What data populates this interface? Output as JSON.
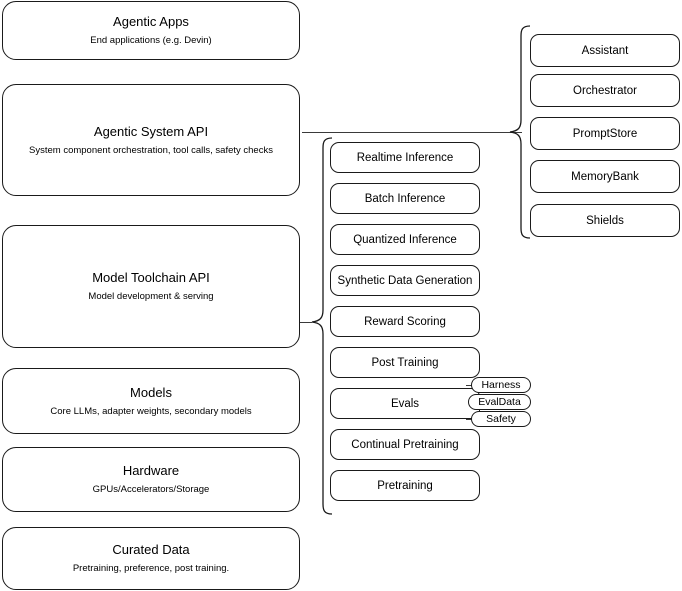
{
  "diagram": {
    "type": "layered-stack-diagram",
    "background_color": "#ffffff",
    "stroke_color": "#1a1a1a",
    "layers": [
      {
        "title": "Agentic Apps",
        "subtitle": "End applications (e.g. Devin)"
      },
      {
        "title": "Agentic System API",
        "subtitle": "System component orchestration, tool calls, safety checks"
      },
      {
        "title": "Model Toolchain API",
        "subtitle": "Model development & serving"
      },
      {
        "title": "Models",
        "subtitle": "Core LLMs, adapter weights, secondary models"
      },
      {
        "title": "Hardware",
        "subtitle": "GPUs/Accelerators/Storage"
      },
      {
        "title": "Curated Data",
        "subtitle": "Pretraining, preference, post training."
      }
    ],
    "toolchain_capabilities": [
      {
        "label": "Realtime Inference"
      },
      {
        "label": "Batch Inference"
      },
      {
        "label": "Quantized Inference"
      },
      {
        "label": "Synthetic Data Generation"
      },
      {
        "label": "Reward Scoring"
      },
      {
        "label": "Post Training"
      },
      {
        "label": "Evals"
      },
      {
        "label": "Continual Pretraining"
      },
      {
        "label": "Pretraining"
      }
    ],
    "system_components": [
      {
        "label": "Assistant"
      },
      {
        "label": "Orchestrator"
      },
      {
        "label": "PromptStore"
      },
      {
        "label": "MemoryBank"
      },
      {
        "label": "Shields"
      }
    ],
    "eval_tags": [
      {
        "label": "Harness"
      },
      {
        "label": "EvalData"
      },
      {
        "label": "Safety"
      }
    ]
  }
}
